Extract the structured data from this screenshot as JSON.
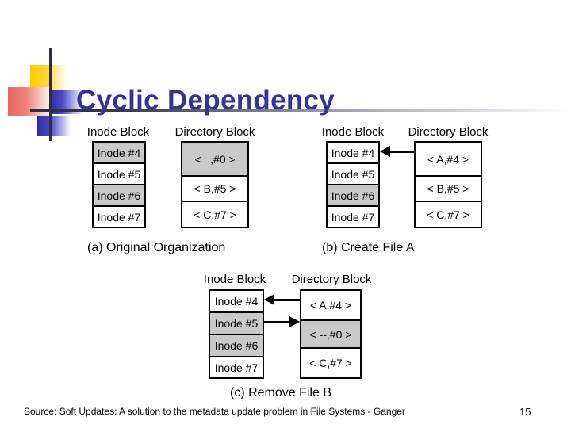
{
  "slide": {
    "title": "Cyclic Dependency",
    "accent_title_color": "#333399",
    "decor_yellow": "#FFCC00",
    "decor_red": "#E8665E",
    "decor_blue": "#2B2B9E",
    "cell_shaded_color": "#C9C9C9"
  },
  "figure": {
    "panels": [
      {
        "id": "a",
        "caption": "(a) Original Organization",
        "inode_header": "Inode Block",
        "directory_header": "Directory Block",
        "inode_cells": [
          {
            "label": "Inode #4",
            "shaded": true
          },
          {
            "label": "Inode #5",
            "shaded": false
          },
          {
            "label": "Inode #6",
            "shaded": true
          },
          {
            "label": "Inode #7",
            "shaded": false
          }
        ],
        "directory_cells": [
          {
            "label": "<   ,#0 >",
            "shaded": true
          },
          {
            "label": "< B,#5 >",
            "shaded": false
          },
          {
            "label": "< C,#7 >",
            "shaded": false
          }
        ],
        "arrows": []
      },
      {
        "id": "b",
        "caption": "(b) Create File A",
        "inode_header": "Inode Block",
        "directory_header": "Directory Block",
        "inode_cells": [
          {
            "label": "Inode #4",
            "shaded": false
          },
          {
            "label": "Inode #5",
            "shaded": false
          },
          {
            "label": "Inode #6",
            "shaded": true
          },
          {
            "label": "Inode #7",
            "shaded": false
          }
        ],
        "directory_cells": [
          {
            "label": "< A,#4 >",
            "shaded": false
          },
          {
            "label": "< B,#5 >",
            "shaded": false
          },
          {
            "label": "< C,#7 >",
            "shaded": false
          }
        ],
        "arrows": [
          {
            "name": "arrow-dir-A-to-inode4",
            "direction": "left",
            "from": "< A,#4 >",
            "to": "Inode #4"
          }
        ]
      },
      {
        "id": "c",
        "caption": "(c) Remove File B",
        "inode_header": "Inode Block",
        "directory_header": "Directory Block",
        "inode_cells": [
          {
            "label": "Inode #4",
            "shaded": false
          },
          {
            "label": "Inode #5",
            "shaded": true
          },
          {
            "label": "Inode #6",
            "shaded": true
          },
          {
            "label": "Inode #7",
            "shaded": false
          }
        ],
        "directory_cells": [
          {
            "label": "< A,#4 >",
            "shaded": false
          },
          {
            "label": "< --,#0 >",
            "shaded": true
          },
          {
            "label": "< C,#7 >",
            "shaded": false
          }
        ],
        "arrows": [
          {
            "name": "arrow-dir-A-to-inode4",
            "direction": "left",
            "from": "< A,#4 >",
            "to": "Inode #4"
          },
          {
            "name": "arrow-inode5-to-dir-empty",
            "direction": "right",
            "from": "Inode #5",
            "to": "< --,#0 >"
          }
        ]
      }
    ]
  },
  "footer": {
    "source": "Source: Soft Updates: A solution to the metadata update problem in File Systems - Ganger",
    "page_number": "15"
  }
}
